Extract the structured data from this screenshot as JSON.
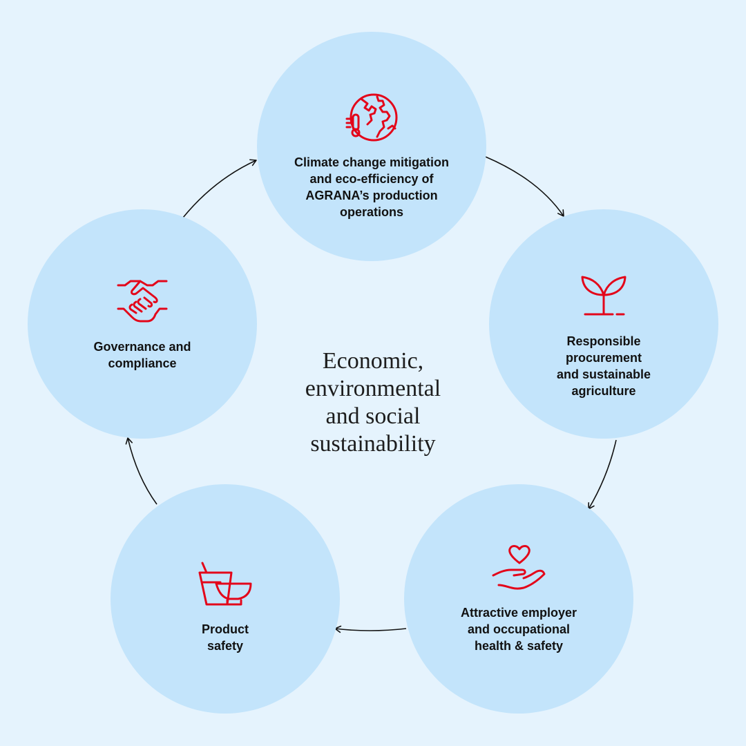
{
  "center_title": "Economic,\nenvironmental\nand social\nsustainability",
  "nodes": [
    {
      "label": "Climate change mitigation\nand eco-efficiency of\nAGRANA’s production\noperations",
      "icon": "globe-thermometer-icon"
    },
    {
      "label": "Responsible\nprocurement\nand sustainable\nagriculture",
      "icon": "sprout-icon"
    },
    {
      "label": "Attractive employer\nand occupational\nhealth & safety",
      "icon": "heart-in-hand-icon"
    },
    {
      "label": "Product\nsafety",
      "icon": "food-containers-icon"
    },
    {
      "label": "Governance and\ncompliance",
      "icon": "handshake-icon"
    }
  ],
  "colors": {
    "background": "#e5f3fd",
    "circle": "#c3e4fb",
    "icon": "#e3061a",
    "text": "#111111",
    "arrow": "#111111"
  }
}
